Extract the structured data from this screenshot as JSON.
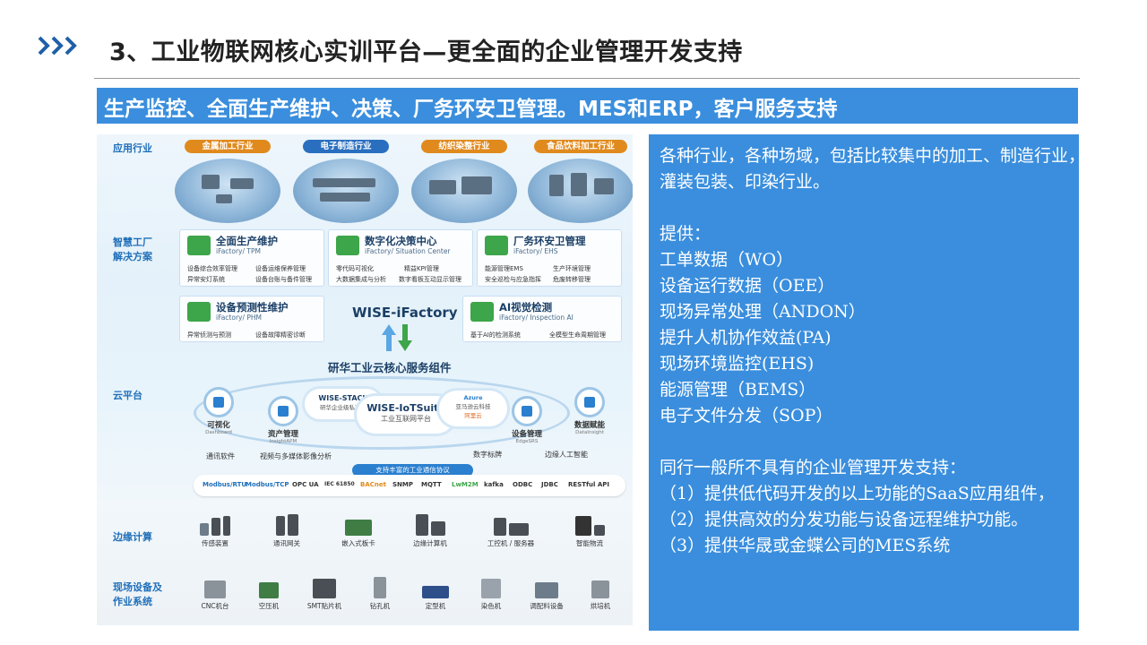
{
  "header": {
    "title": "3、工业物联网核心实训平台—更全面的企业管理开发支持",
    "chevron_color": "#1f5fa8"
  },
  "banner": {
    "text": "生产监控、全面生产维护、决策、厂务环安卫管理。MES和ERP，客户服务支持",
    "background": "#3a8edd"
  },
  "diagram": {
    "rows": {
      "application": "应用行业",
      "solution": "智慧工厂\n解决方案",
      "cloud": "云平台",
      "edge": "边缘计算",
      "field": "现场设备及\n作业系统"
    },
    "industries": [
      {
        "label": "金属加工行业",
        "color": "#e08a1e"
      },
      {
        "label": "电子制造行业",
        "color": "#2a6fbf"
      },
      {
        "label": "纺织染整行业",
        "color": "#e08a1e"
      },
      {
        "label": "食品饮料加工行业",
        "color": "#e08a1e"
      }
    ],
    "cards": {
      "tpm": {
        "title": "全面生产维护",
        "sub": "iFactory/ TPM",
        "items": [
          "设备综合效率管理",
          "设备运维保养管理",
          "异常安灯系统",
          "设备台账与备件管理"
        ]
      },
      "situation": {
        "title": "数字化决策中心",
        "sub": "iFactory/ Situation Center",
        "items": [
          "零代码可视化",
          "精益KPI管理",
          "大数据集成与分析",
          "数字看板互动显示管理"
        ]
      },
      "ehs": {
        "title": "厂务环安卫管理",
        "sub": "iFactory/ EHS",
        "items": [
          "能源管理EMS",
          "生产环境管理",
          "安全巡检与应急指挥",
          "危废转移管理"
        ]
      },
      "phm": {
        "title": "设备预测性维护",
        "sub": "iFactory/ PHM",
        "items": [
          "异常侦测与预测",
          "设备故障精密诊断"
        ]
      },
      "ai": {
        "title": "AI视觉检测",
        "sub": "iFactory/ Inspection AI",
        "items": [
          "基于AI的检测系统",
          "全模型生命周期管理"
        ]
      }
    },
    "wise_ifactory": "WISE-iFactory",
    "core_title": "研华工业云核心服务组件",
    "cloud": {
      "visualization": {
        "name": "可视化",
        "sub": "Dashboard"
      },
      "asset": {
        "name": "资产管理",
        "sub": "InsightAPM"
      },
      "device": {
        "name": "设备管理",
        "sub": "EdgeSRS"
      },
      "data": {
        "name": "数据赋能",
        "sub": "DataInsight"
      },
      "stack": {
        "name": "WISE-STACK",
        "sub": "研华企业级私有云"
      },
      "iotsuite": {
        "name": "WISE-IoTSuite",
        "sub": "工业互联网平台"
      },
      "azure": "Azure",
      "aliyun": "亚马逊云科技",
      "cn_cloud": "阿里云"
    },
    "software": [
      "通讯软件",
      "视频与多媒体影像分析",
      "数字标牌",
      "边缘人工智能"
    ],
    "protocol_title": "支持丰富的工业通信协议",
    "protocols": [
      "Modbus/RTU",
      "Modbus/TCP",
      "OPC UA",
      "IEC 61850",
      "BACnet",
      "SNMP",
      "MQTT",
      "LwM2M",
      "kafka",
      "ODBC",
      "JDBC",
      "RESTful API"
    ],
    "edge_devices": [
      "传感装置",
      "通讯网关",
      "嵌入式板卡",
      "边缘计算机",
      "工控机 / 服务器",
      "智能物流"
    ],
    "field_devices": [
      "CNC机台",
      "空压机",
      "SMT贴片机",
      "钻孔机",
      "定型机",
      "染色机",
      "调配料设备",
      "烘培机"
    ]
  },
  "panel": {
    "background": "#3a8edd",
    "paragraphs": [
      "各种行业，各种场域，包括比较集中的加工、制造行业，灌装包装、印染行业。",
      "",
      "提供：",
      "工单数据（WO）",
      "设备运行数据（OEE）",
      "现场异常处理（ANDON）",
      "提升人机协作效益(PA)",
      "现场环境监控(EHS)",
      "能源管理（BEMS）",
      "电子文件分发（SOP）",
      "",
      "同行一般所不具有的企业管理开发支持：",
      "（1）提供低代码开发的以上功能的SaaS应用组件，",
      "（2）提供高效的分发功能与设备远程维护功能。",
      "（3）提供华晟或金蝶公司的MES系统"
    ]
  }
}
